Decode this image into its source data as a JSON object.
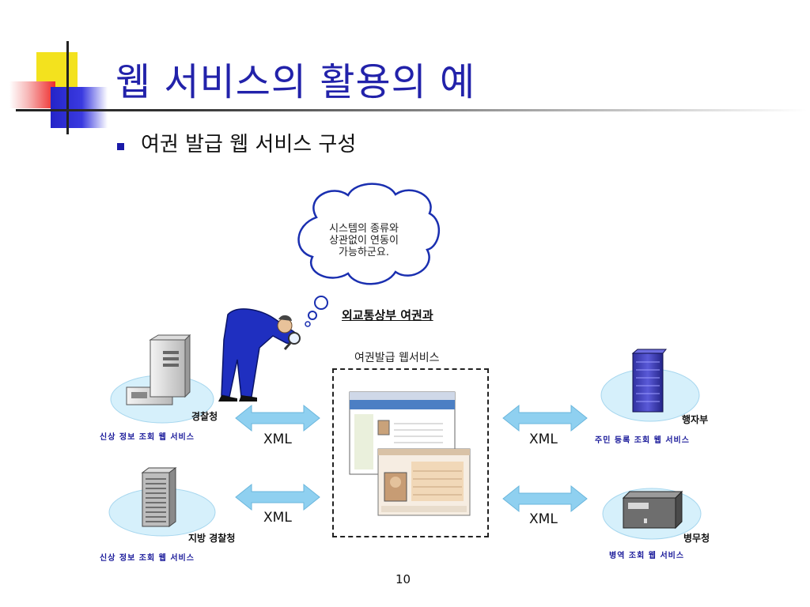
{
  "slide": {
    "title": "웹 서비스의 활용의 예",
    "bullet": "여권 발급 웹 서비스 구성",
    "page_number": "10"
  },
  "diagram": {
    "thought_bubble": [
      "시스템의 종류와",
      "상관없이 연동이",
      "가능하군요."
    ],
    "main_org": "외교통상부 여권과",
    "center_service": "여권발급 웹서비스",
    "nodes": [
      {
        "org": "경찰청",
        "service": "신상 정보 조회 웹 서비스",
        "link": "XML"
      },
      {
        "org": "지방 경찰청",
        "service": "신상 정보 조회 웹 서비스",
        "link": "XML"
      },
      {
        "org": "행자부",
        "service": "주민 등록 조회 웹 서비스",
        "link": "XML"
      },
      {
        "org": "병무청",
        "service": "병역 조회 웹 서비스",
        "link": "XML"
      }
    ]
  },
  "colors": {
    "title": "#2222aa",
    "ellipse": "#d6f0fb",
    "arrow": "#8fd0f0",
    "service_label": "#1a1a9a"
  }
}
